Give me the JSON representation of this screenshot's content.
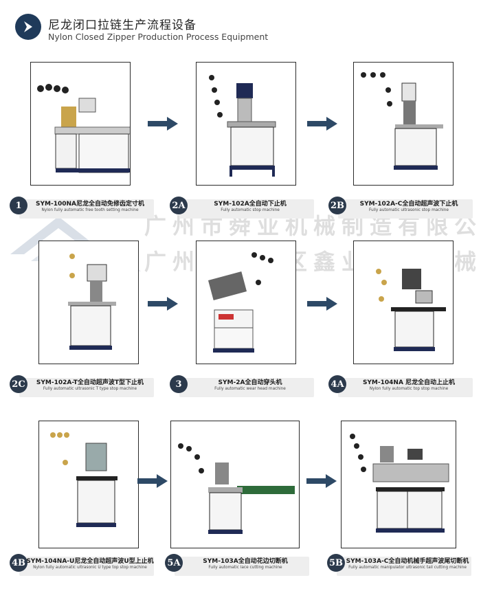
{
  "header": {
    "title_cn": "尼龙闭口拉链生产流程设备",
    "title_en": "Nylon Closed Zipper Production Process Equipment",
    "logo_icon": "chevron-right-icon"
  },
  "watermark": {
    "line1": "广州市舜业机械制造有限公司",
    "line2": "广州市白云区鑫业拉链机械厂"
  },
  "colors": {
    "badge": "#2c3a4c",
    "arrow": "#2d4966",
    "caption_bar": "#eeeeee"
  },
  "steps": [
    {
      "badge": "1",
      "title": "SYM-100NA尼龙全自动免修齿定寸机",
      "subtitle": "Nylon fully automatic free tooth setting machine"
    },
    {
      "badge": "2A",
      "title": "SYM-102A全自动下止机",
      "subtitle": "Fully automatic  stop machine"
    },
    {
      "badge": "2B",
      "title": "SYM-102A-C全自动超声波下止机",
      "subtitle": "Fully automatic  ultrasonic  stop machine"
    },
    {
      "badge": "2C",
      "title": "SYM-102A-T全自动超声波T型下止机",
      "subtitle": "Fully automatic  ultrasonic T type stop machine"
    },
    {
      "badge": "3",
      "title": "SYM-2A全自动穿头机",
      "subtitle": "Fully automatic wear head machine"
    },
    {
      "badge": "4A",
      "title": "SYM-104NA 尼龙全自动上止机",
      "subtitle": "Nylon fully automatic top stop machine"
    },
    {
      "badge": "4B",
      "title": "SYM-104NA-U尼龙全自动超声波U型上止机",
      "subtitle": "Nylon fully automatic ultrasonic  U type top stop machine"
    },
    {
      "badge": "5A",
      "title": "SYM-103A全自动花边切断机",
      "subtitle": "Fully automatic lace cutting machine"
    },
    {
      "badge": "5B",
      "title": "SYM-103A-C全自动机械手超声波尾切断机",
      "subtitle": "Fully automatic manipulator ultrasonic tail cutting  machine"
    }
  ]
}
